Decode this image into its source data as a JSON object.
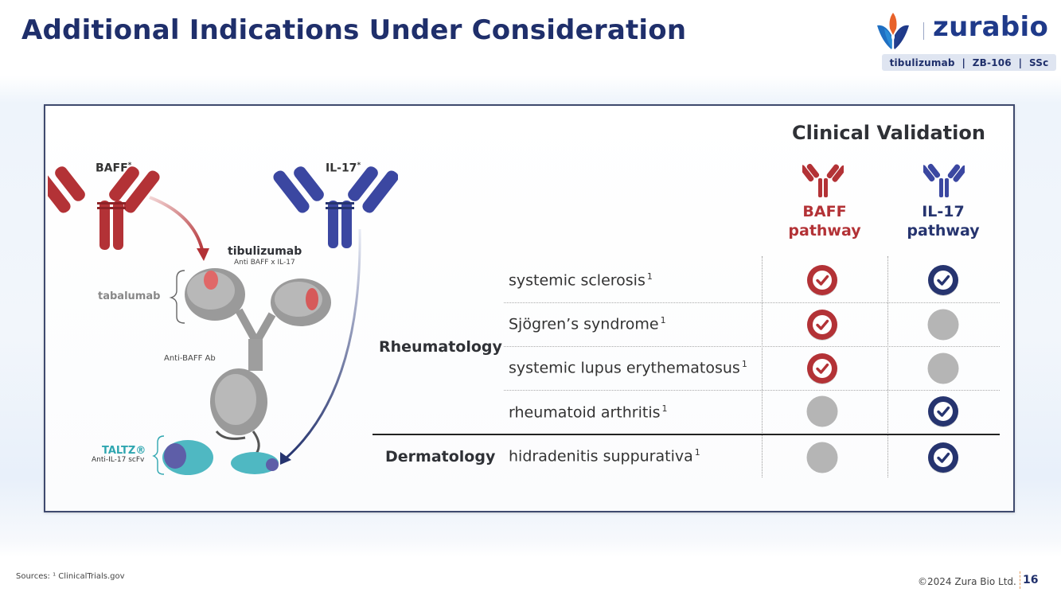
{
  "header": {
    "title": "Additional Indications Under Consideration",
    "brand": "zurabio",
    "tag": "tibulizumab  |  ZB-106  |  SSc"
  },
  "diagram": {
    "baff_label": "BAFF",
    "baff_sup": "*",
    "il17_label": "IL-17",
    "il17_sup": "*",
    "tibulizumab": "tibulizumab",
    "tibulizumab_sub": "Anti BAFF x IL-17",
    "tabalumab": "tabalumab",
    "anti_baff": "Anti-BAFF Ab",
    "taltz": "TALTZ®",
    "taltz_sub": "Anti-IL-17 scFv"
  },
  "validation": {
    "title": "Clinical Validation",
    "baff_col_line1": "BAFF",
    "baff_col_line2": "pathway",
    "il17_col_line1": "IL-17",
    "il17_col_line2": "pathway",
    "categories": {
      "rheum": "Rheumatology",
      "derm": "Dermatology"
    },
    "rows": [
      {
        "name": "systemic sclerosis",
        "ref": "1",
        "baff": true,
        "il17": true
      },
      {
        "name": "Sjögren’s syndrome",
        "ref": "1",
        "baff": true,
        "il17": false
      },
      {
        "name": "systemic lupus erythematosus",
        "ref": "1",
        "baff": true,
        "il17": false
      },
      {
        "name": "rheumatoid arthritis",
        "ref": "1",
        "baff": false,
        "il17": true
      },
      {
        "name": "hidradenitis suppurativa",
        "ref": "1",
        "baff": false,
        "il17": true
      }
    ]
  },
  "footer": {
    "sources": "Sources:  ¹ ClinicalTrials.gov",
    "copyright": "©2024 Zura Bio Ltd.",
    "page": "16"
  },
  "colors": {
    "baff_red": "#b33236",
    "il17_blue": "#26346f",
    "grey_dot": "#b5b5b5",
    "title_navy": "#1f2f6b"
  }
}
